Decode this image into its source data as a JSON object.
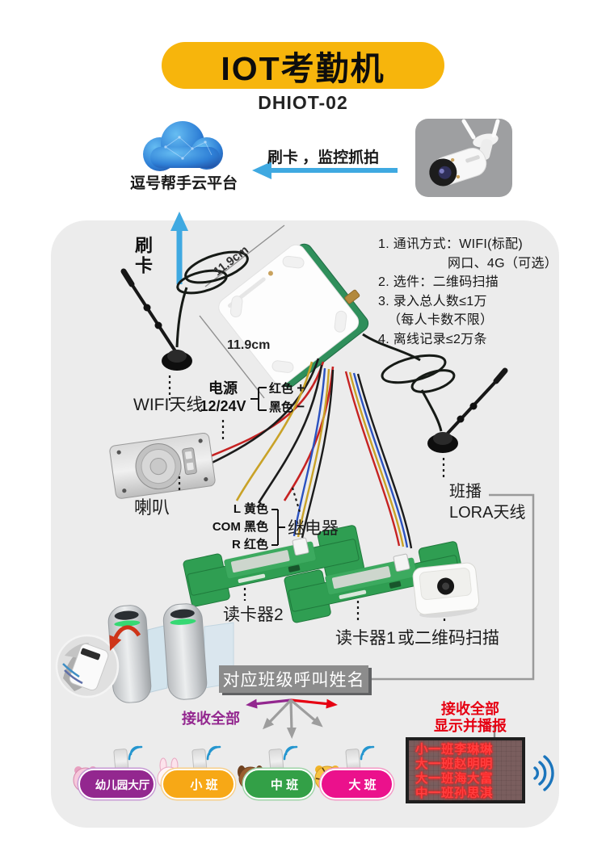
{
  "header": {
    "title": "IOT考勤机",
    "model": "DHIOT-02"
  },
  "cloud": {
    "platform_label": "逗号帮手云平台",
    "flow_label": "刷卡 ，监控抓拍"
  },
  "panel": {
    "swipe_label": "刷卡",
    "specs": {
      "lines": [
        "1. 通讯方式：WIFI(标配)",
        "网口、4G（可选）",
        "2. 选件：二维码扫描",
        "3. 录入总人数≤1万",
        "（每人卡数不限）",
        "4. 离线记录≤2万条"
      ]
    },
    "device": {
      "dim_side": "11.9cm",
      "dim_bottom": "11.9cm"
    },
    "wifi_antenna_label": "WIFI天线",
    "power": {
      "line1": "电源",
      "line2": "12/24V",
      "red": "红色",
      "red_sign": "+",
      "black": "黑色",
      "black_sign": "−"
    },
    "speaker_label": "喇叭",
    "relay": {
      "label": "继电器",
      "rows": [
        {
          "pin": "L",
          "color": "黄色"
        },
        {
          "pin": "COM",
          "color": "黑色"
        },
        {
          "pin": "R",
          "color": "红色"
        }
      ]
    },
    "lora": {
      "line1": "班播",
      "line2": "LORA天线"
    },
    "reader2_label": "读卡器2",
    "reader1_label": "读卡器1",
    "qr_label": "或二维码扫描",
    "call_badge_label": "对应班级呼叫姓名",
    "receive_left": "接收全部",
    "receive_right_line1": "接收全部",
    "receive_right_line2": "显示并播报",
    "led": {
      "lines": [
        "小一班李琳琳",
        "大一班赵明明",
        "大一班海大富",
        "中一班孙思淇"
      ]
    },
    "badges": [
      {
        "label": "幼儿园大厅"
      },
      {
        "label": "小 班"
      },
      {
        "label": "中 班"
      },
      {
        "label": "大 班"
      }
    ]
  },
  "colors": {
    "brand_yellow": "#F7B50C",
    "arrow_blue": "#3FA9E1",
    "purple": "#93278F",
    "red": "#E60012",
    "gray_arrow": "#9D9D9D",
    "badge_purple": "#93278F",
    "badge_orange": "#F7A816",
    "badge_green": "#33A047",
    "badge_magenta": "#EB118C",
    "led_text": "#FF4040",
    "pcb_green": "#2F9E52"
  }
}
